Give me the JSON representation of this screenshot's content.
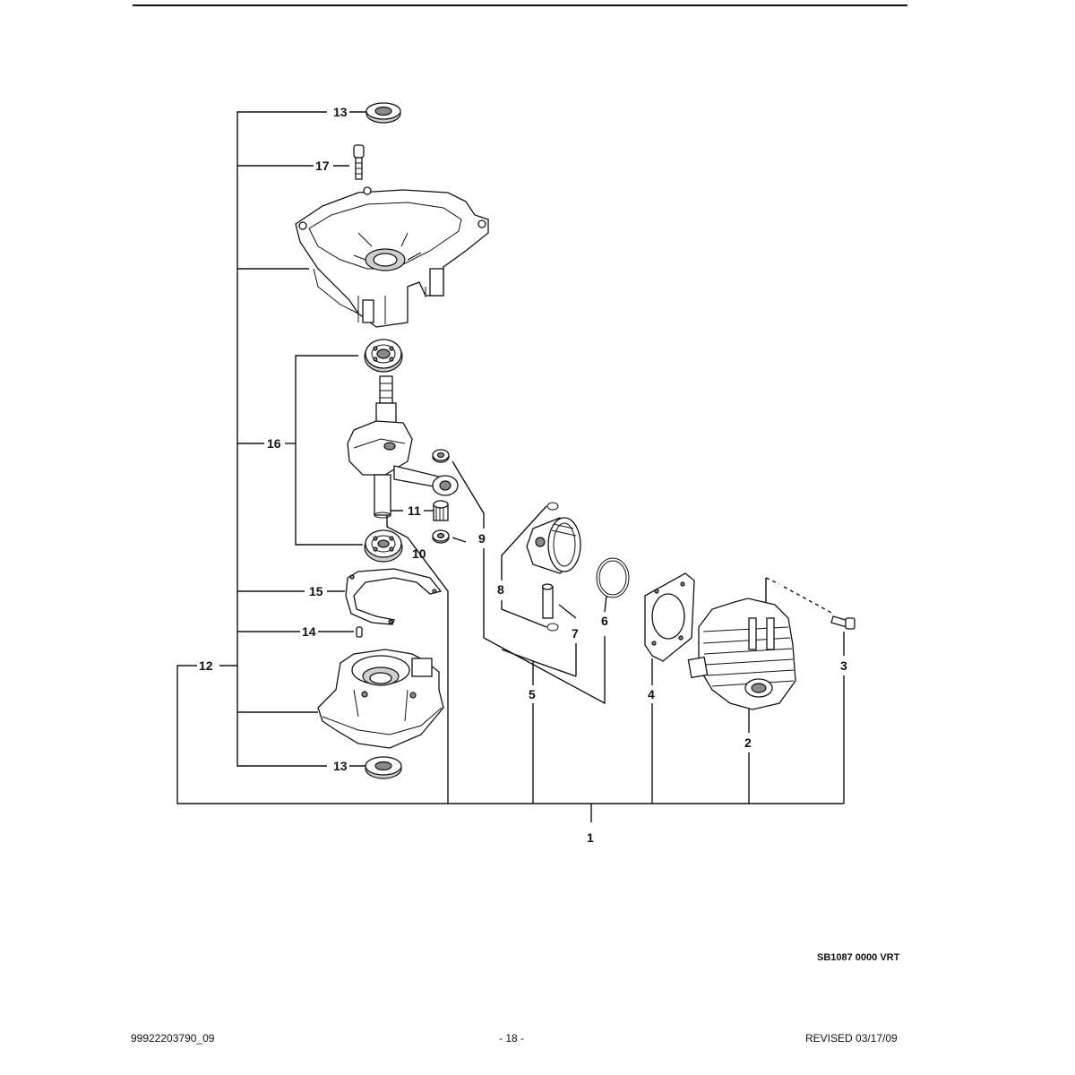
{
  "diagram": {
    "callouts": {
      "c1": "1",
      "c2": "2",
      "c3": "3",
      "c4": "4",
      "c5": "5",
      "c6": "6",
      "c7": "7",
      "c8": "8",
      "c9": "9",
      "c10": "10",
      "c11": "11",
      "c12": "12",
      "c13_top": "13",
      "c13_bottom": "13",
      "c14": "14",
      "c15": "15",
      "c16": "16",
      "c17": "17"
    },
    "drawing_code": "SB1087 0000 VRT"
  },
  "footer": {
    "left": "99922203790_09",
    "center": "- 18 -",
    "right": "REVISED 03/17/09"
  }
}
